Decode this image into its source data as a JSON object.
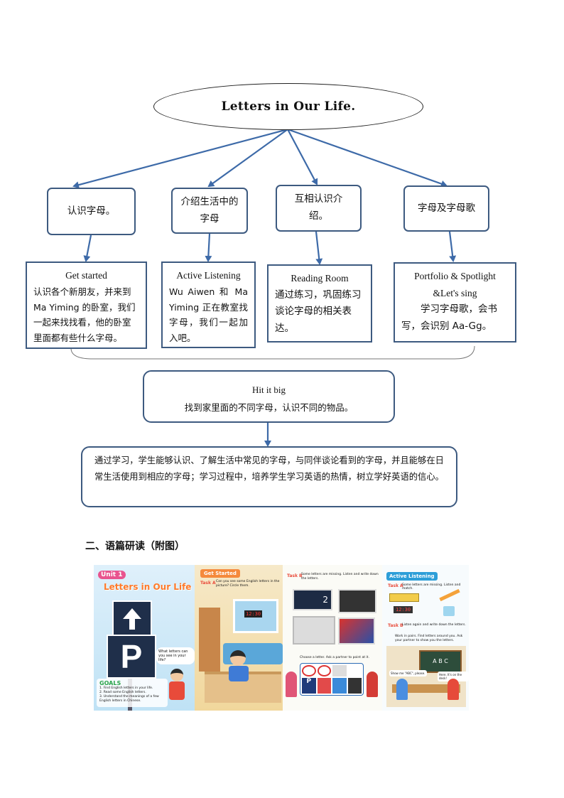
{
  "root": {
    "title": "Letters in Our Life."
  },
  "topics": [
    {
      "label": "认识字母。"
    },
    {
      "label": "介绍生活中的字母"
    },
    {
      "label": "互相认识介绍。"
    },
    {
      "label": "字母及字母歌"
    }
  ],
  "sections": [
    {
      "title": "Get started",
      "desc": "认识各个新朋友，并来到Ma Yiming 的卧室，我们一起来找找看，他的卧室里面都有些什么字母。"
    },
    {
      "title": "Active Listening",
      "desc": "Wu Aiwen 和 Ma Yiming 正在教室找字母，我们一起加入吧。"
    },
    {
      "title": "Reading Room",
      "desc": "通过练习，巩固练习谈论字母的相关表达。"
    },
    {
      "title": "Portfolio & Spotlight",
      "title2": "&Let's sing",
      "desc": "学习字母歌，会书写，会识别 Aa-Gg。"
    }
  ],
  "hit": {
    "title": "Hit it big",
    "desc": "找到家里面的不同字母，认识不同的物品。"
  },
  "goal": {
    "text": "通过学习，学生能够认识、了解生活中常见的字母，与同伴谈论看到的字母，并且能够在日常生活使用到相应的字母；学习过程中，培养学生学习英语的热情，树立学好英语的信心。"
  },
  "appendix_heading": "二、语篇研读（附图）",
  "textbook": {
    "unit_badge": "Unit 1",
    "unit_title": "Letters in Our Life",
    "bubble": "What letters can you see in your life?",
    "goals_label": "GOALS",
    "goals": [
      "1. Find English letters in your life.",
      "2. Read some English letters.",
      "3. Understand the meanings of a few English letters in Chinese."
    ],
    "get_started": "Get Started",
    "task_a_1": "Task A",
    "task_a_1_text": "Can you see some English letters in the picture? Circle them.",
    "task_b": "Task B",
    "task_b_text": "Some letters are missing. Listen and write down the letters.",
    "choose_text": "Choose a letter. Ask a partner to point at it.",
    "active_listening": "Active Listening",
    "task_a_2": "Task A",
    "task_a_2_text": "Some letters are missing. Listen and match.",
    "task_b_2": "Task B",
    "task_b_2_text": "Listen again and write down the letters.",
    "pair_text": "Work in pairs. Find letters around you. Ask your partner to show you the letters.",
    "board_text": "A B C",
    "show_me": "Show me \"ABC\", please.",
    "here": "Here. It's on the desk!",
    "clock": "12:30",
    "sign_num": "2"
  },
  "colors": {
    "box_border": "#3d5a80",
    "arrow": "#3d6aa8"
  }
}
